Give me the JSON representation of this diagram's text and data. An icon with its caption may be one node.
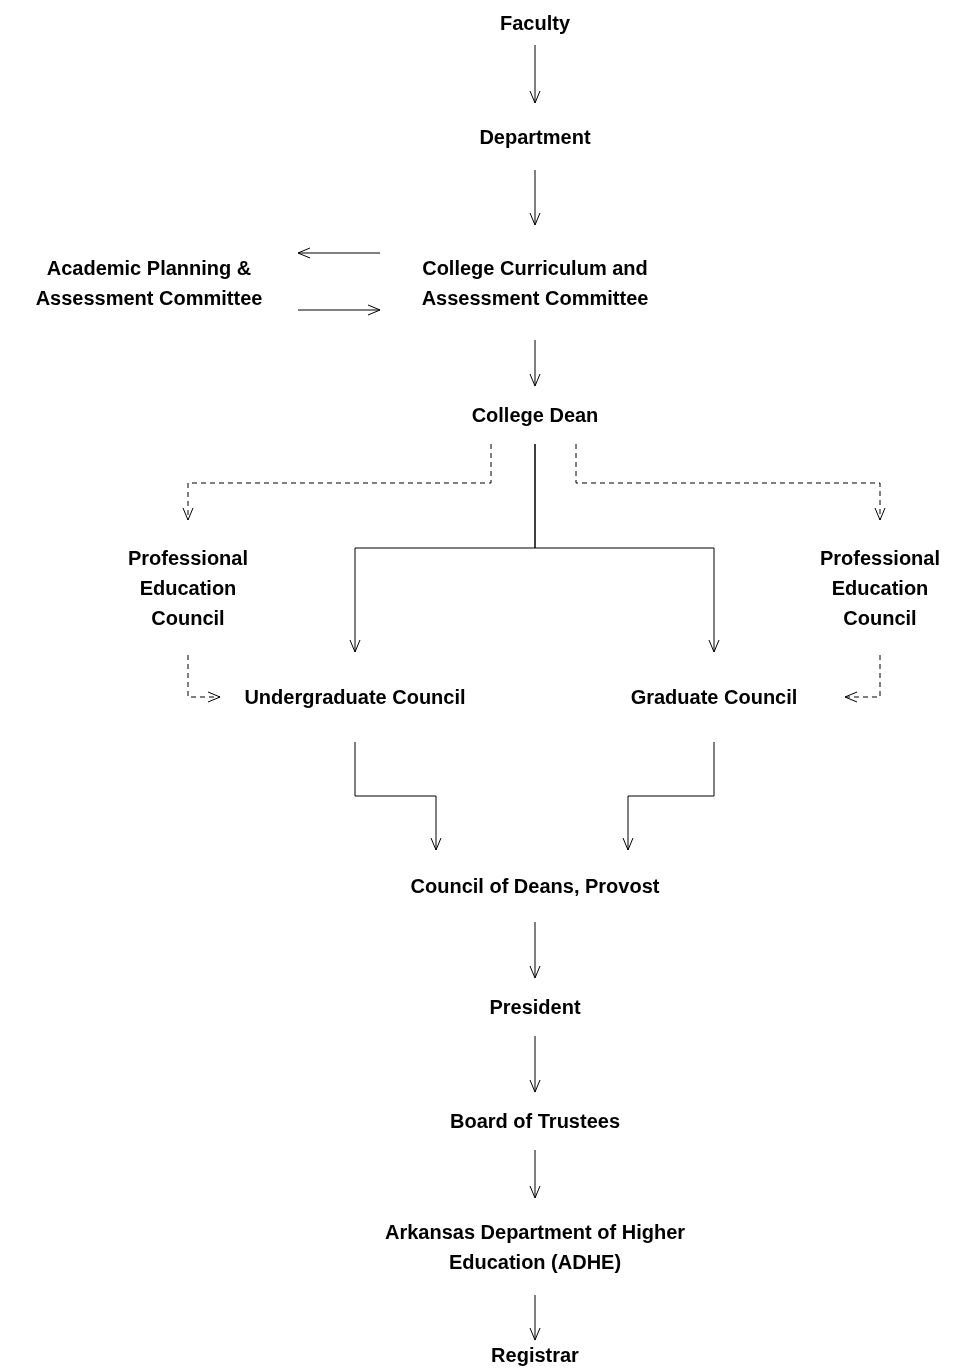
{
  "diagram": {
    "nodes": [
      {
        "text": [
          "Faculty"
        ]
      },
      {
        "text": [
          "Department"
        ]
      },
      {
        "text": [
          "Academic Planning & Assessment Committee"
        ]
      },
      {
        "text": [
          "College Curriculum and Assessment Committee"
        ]
      },
      {
        "text": [
          "College Dean"
        ]
      },
      {
        "text": [
          "Professional Education Council"
        ]
      },
      {
        "text": [
          "Professional Education Council"
        ]
      },
      {
        "text": [
          "Undergraduate Council"
        ]
      },
      {
        "text": [
          "Graduate Council"
        ]
      },
      {
        "text": [
          "Council of Deans, Provost"
        ]
      },
      {
        "text": [
          "President"
        ]
      },
      {
        "text": [
          "Board of Trustees"
        ]
      },
      {
        "text": [
          "Arkansas Department of Higher Education (ADHE)"
        ]
      },
      {
        "text": [
          "Registrar"
        ]
      }
    ],
    "edges": [
      {
        "from": 0,
        "to": 1,
        "arrow": "to"
      },
      {
        "from": 1,
        "to": 3,
        "arrow": "to"
      },
      {
        "from": 3,
        "to": 2,
        "arrow": "to"
      },
      {
        "from": 2,
        "to": 3,
        "arrow": "to"
      },
      {
        "from": 3,
        "to": 4,
        "arrow": "to"
      },
      {
        "from": 4,
        "to": 5,
        "arrow": "to",
        "style": "dashed"
      },
      {
        "from": 4,
        "to": 6,
        "arrow": "to",
        "style": "dashed"
      },
      {
        "from": 4,
        "to": 7,
        "arrow": "to"
      },
      {
        "from": 4,
        "to": 8,
        "arrow": "to"
      },
      {
        "from": 5,
        "to": 7,
        "arrow": "to",
        "style": "dashed"
      },
      {
        "from": 6,
        "to": 8,
        "arrow": "to",
        "style": "dashed"
      },
      {
        "from": 7,
        "to": 9,
        "arrow": "to"
      },
      {
        "from": 8,
        "to": 9,
        "arrow": "to"
      },
      {
        "from": 9,
        "to": 10,
        "arrow": "to"
      },
      {
        "from": 10,
        "to": 11,
        "arrow": "to"
      },
      {
        "from": 11,
        "to": 12,
        "arrow": "to"
      },
      {
        "from": 12,
        "to": 13,
        "arrow": "to"
      }
    ]
  }
}
